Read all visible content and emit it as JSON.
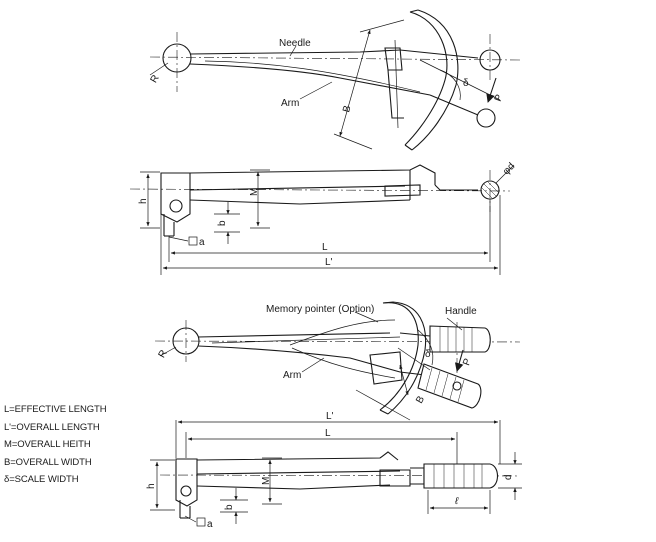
{
  "labels": {
    "needle": "Needle",
    "arm": "Arm",
    "memory_pointer": "Memory pointer (Option)",
    "handle": "Handle"
  },
  "dimensions": {
    "R": "R",
    "B": "B",
    "delta": "δ",
    "P": "P",
    "phi_d": "φd",
    "h": "h",
    "M": "M",
    "b": "b",
    "a": "a",
    "L": "L",
    "L_prime": "L'",
    "d": "d",
    "ell": "ℓ"
  },
  "legend": [
    "L=EFFECTIVE LENGTH",
    "L'=OVERALL LENGTH",
    "M=OVERALL HEITH",
    "B=OVERALL WIDTH",
    "δ=SCALE WIDTH"
  ]
}
